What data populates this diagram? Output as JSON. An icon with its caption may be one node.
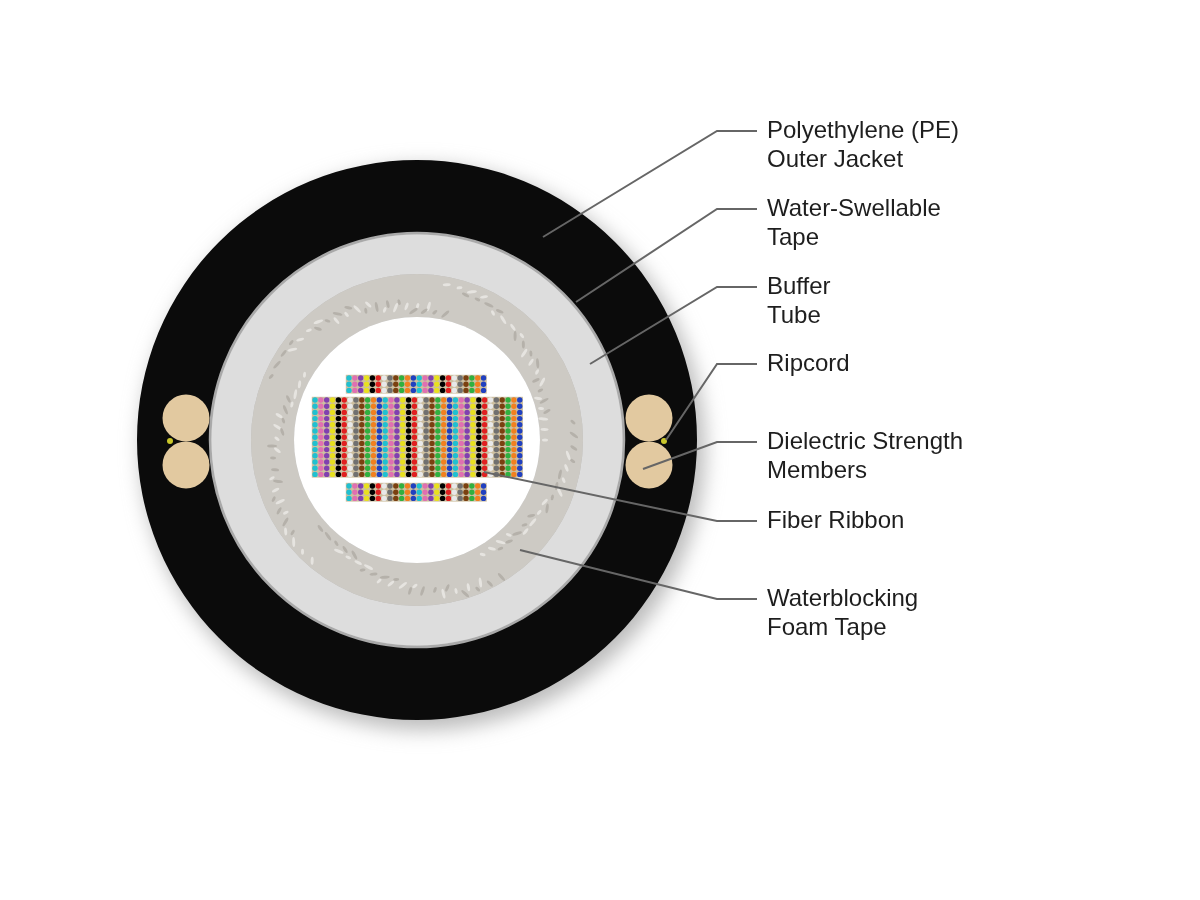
{
  "diagram": {
    "nodes": [
      {
        "text": [
          "Polyethylene (PE) Outer Jacket"
        ]
      },
      {
        "text": [
          "Water-Swellable Tape"
        ]
      },
      {
        "text": [
          "Buffer Tube"
        ]
      },
      {
        "text": [
          "Ripcord"
        ]
      },
      {
        "text": [
          "Dielectric Strength Members"
        ]
      },
      {
        "text": [
          "Fiber Ribbon"
        ]
      },
      {
        "text": [
          "Waterblocking Foam Tape"
        ]
      },
      {
        "text": [],
        "shape": "circle"
      },
      {
        "text": [],
        "shape": "circle",
        "in": 7
      },
      {
        "text": [],
        "shape": "circle",
        "in": 7
      },
      {
        "text": [],
        "shape": "circle",
        "in": 7
      },
      {
        "text": [],
        "shape": "circle",
        "in": 7
      },
      {
        "text": [],
        "shape": "picture",
        "in": 13
      },
      {
        "text": [],
        "shape": "circle",
        "in": 9
      },
      {
        "text": [],
        "shape": "circle",
        "in": 7
      },
      {
        "text": [],
        "shape": "circle",
        "in": 7
      },
      {
        "text": [],
        "shape": "circle",
        "in": 7
      },
      {
        "text": [],
        "shape": "circle",
        "in": 7
      }
    ],
    "edges": [
      {
        "from": 0,
        "to": 7,
        "arrow": "none"
      },
      {
        "from": 1,
        "to": 8,
        "arrow": "none"
      },
      {
        "from": 2,
        "to": 9,
        "arrow": "none"
      },
      {
        "from": 3,
        "to": 10,
        "arrow": "none"
      },
      {
        "from": 4,
        "to": 11,
        "arrow": "none"
      },
      {
        "from": 5,
        "to": 12,
        "arrow": "none"
      },
      {
        "from": 6,
        "to": 13,
        "arrow": "none"
      }
    ]
  }
}
